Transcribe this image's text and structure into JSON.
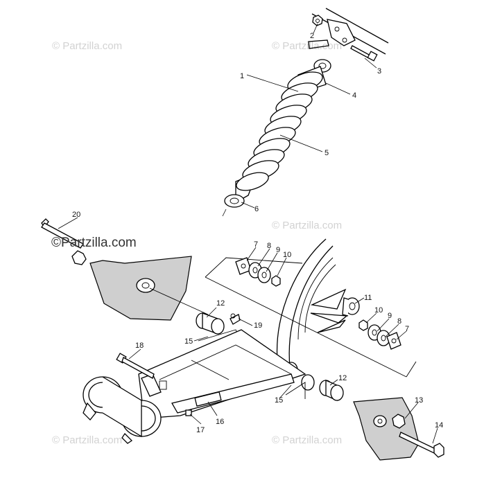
{
  "watermarks": {
    "text": "© Partzilla.com",
    "overlay_text": "©Partzilla.com"
  },
  "callouts": {
    "c1": "1",
    "c2": "2",
    "c3": "3",
    "c4": "4",
    "c5": "5",
    "c6": "6",
    "c7a": "7",
    "c8a": "8",
    "c9a": "9",
    "c10a": "10",
    "c11": "11",
    "c10b": "10",
    "c9b": "9",
    "c8b": "8",
    "c7b": "7",
    "c12a": "12",
    "c19": "19",
    "c15a": "15",
    "c18": "18",
    "c12b": "12",
    "c15b": "15",
    "c13": "13",
    "c14": "14",
    "c17": "17",
    "c16": "16",
    "c20": "20"
  }
}
